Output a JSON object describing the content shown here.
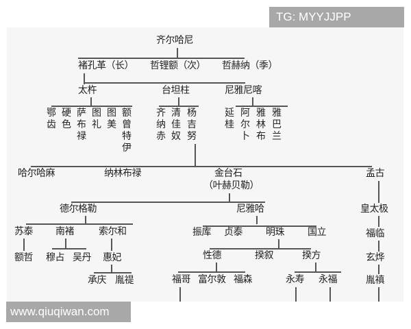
{
  "watermarks": {
    "top_right": "TG: MYYJJPP",
    "bottom_left": "www.qiuqiwan.com"
  },
  "colors": {
    "panel_bg": "#f6f6f6",
    "line": "#555555",
    "text": "#222222",
    "watermark_bg": "#a8a8a8"
  },
  "tree": {
    "root": "齐尔哈尼",
    "gen1": [
      "褚孔革（长）",
      "哲锂额（次）",
      "哲赫纳（季）"
    ],
    "gen2": [
      "太杵",
      "台坦柱",
      "尼雅尼喀"
    ],
    "taichu_sons": [
      "鄂齿",
      "硬色",
      "萨布禄",
      "图礼",
      "图美",
      "额曾特伊"
    ],
    "taitanzhu_sons": [
      "齐纳赤",
      "清佳奴",
      "杨吉努"
    ],
    "niyanika_sons": [
      "延桂",
      "阿尔卜",
      "雅林布",
      "雅巴兰"
    ],
    "yangjinu_sons": [
      "哈尔哈麻",
      "纳林布禄",
      "金台石",
      "（叶赫贝勒）",
      "孟古"
    ],
    "jintaishi_sons": [
      "德尔格勒",
      "尼雅哈"
    ],
    "deergele_sons": [
      "苏泰",
      "南褚",
      "索尔和"
    ],
    "sutai_son": "额哲",
    "nanchu_sons": [
      "穆占",
      "吴丹"
    ],
    "suoerhe_son": "惠妃",
    "huifei_sons": [
      "承庆",
      "胤禔"
    ],
    "niyaha_sons": [
      "振库",
      "贞泰",
      "明珠",
      "国立"
    ],
    "mingzhu_sons": [
      "性德",
      "揆叙",
      "揆方"
    ],
    "xingde_sons": [
      "福哥",
      "富尔敦",
      "福森"
    ],
    "kuifang_sons": [
      "永寿",
      "永福"
    ],
    "menggu_line": [
      "皇太极",
      "福临",
      "玄烨",
      "胤禛"
    ]
  }
}
